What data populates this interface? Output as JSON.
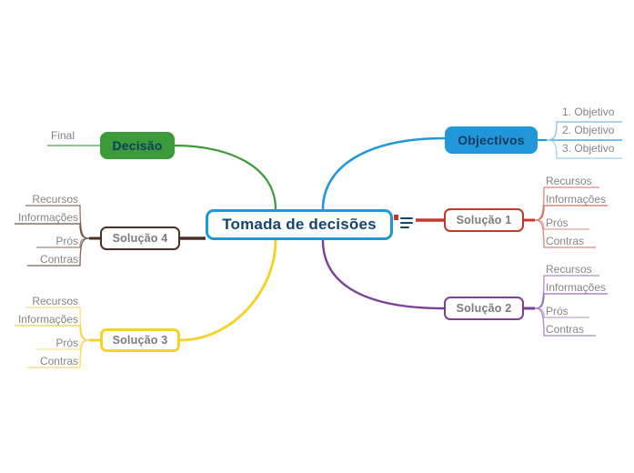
{
  "diagram": {
    "title": "Tomada de decisões",
    "type": "mind-map"
  },
  "central": {
    "label": "Tomada de decisões",
    "color": "#1b9ad7",
    "text_color": "#14456e"
  },
  "menu_icon": {
    "name": "hamburger-icon"
  },
  "branches": [
    {
      "id": "objectivos",
      "label": "Objectivos",
      "color": "#2197d9",
      "style": "filled",
      "side": "right",
      "children": [
        {
          "label": "1. Objetivo"
        },
        {
          "label": "2. Objetivo"
        },
        {
          "label": "3. Objetivo"
        }
      ]
    },
    {
      "id": "solucao1",
      "label": "Solução 1",
      "color": "#c0392b",
      "style": "outlined",
      "side": "right",
      "children": [
        {
          "label": "Recursos"
        },
        {
          "label": "Informações"
        },
        {
          "label": "Prós"
        },
        {
          "label": "Contras"
        }
      ]
    },
    {
      "id": "solucao2",
      "label": "Solução 2",
      "color": "#7b3f98",
      "style": "outlined",
      "side": "right",
      "children": [
        {
          "label": "Recursos"
        },
        {
          "label": "Informações"
        },
        {
          "label": "Prós"
        },
        {
          "label": "Contras"
        }
      ]
    },
    {
      "id": "decisao",
      "label": "Decisão",
      "color": "#3a9b38",
      "style": "filled",
      "side": "left",
      "children": [
        {
          "label": "Final"
        }
      ]
    },
    {
      "id": "solucao4",
      "label": "Solução 4",
      "color": "#4a3225",
      "style": "outlined",
      "side": "left",
      "children": [
        {
          "label": "Recursos"
        },
        {
          "label": "Informações"
        },
        {
          "label": "Prós"
        },
        {
          "label": "Contras"
        }
      ]
    },
    {
      "id": "solucao3",
      "label": "Solução 3",
      "color": "#f6d32b",
      "style": "outlined",
      "side": "left",
      "children": [
        {
          "label": "Recursos"
        },
        {
          "label": "Informações"
        },
        {
          "label": "Prós"
        },
        {
          "label": "Contras"
        }
      ]
    }
  ]
}
